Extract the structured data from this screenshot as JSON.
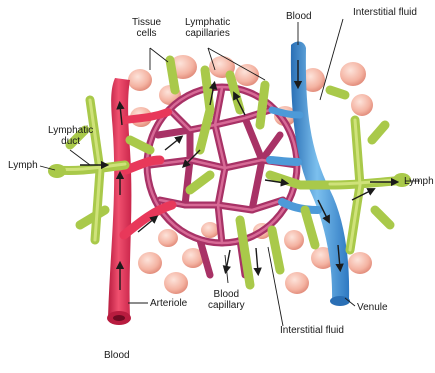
{
  "labels": {
    "tissue_cells": [
      "Tissue",
      "cells"
    ],
    "lymphatic_capillaries": [
      "Lymphatic",
      "capillaries"
    ],
    "blood_top": "Blood",
    "interstitial_fluid_top": "Interstitial fluid",
    "lymphatic_duct": [
      "Lymphatic",
      "duct"
    ],
    "lymph_left": "Lymph",
    "lymph_right": "Lymph",
    "arteriole": "Arteriole",
    "blood_capillary": [
      "Blood",
      "capillary"
    ],
    "interstitial_fluid_bottom": "Interstitial fluid",
    "venule": "Venule",
    "blood_bottom": "Blood"
  },
  "colors": {
    "arteriole": "#e8385a",
    "venule": "#3b8fd4",
    "capillary_net": "#b9406e",
    "lymphatic": "#a9c94a",
    "tissue_cell": "#f3b7a6"
  }
}
